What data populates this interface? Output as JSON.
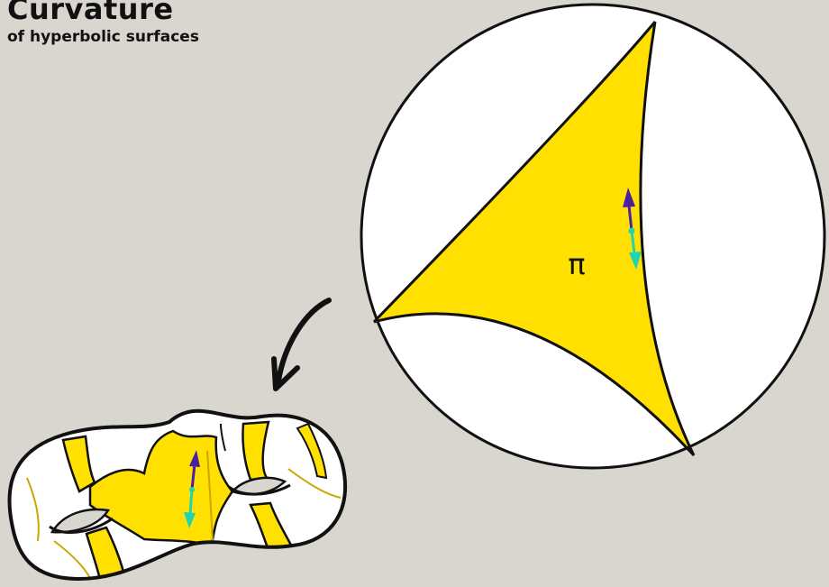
{
  "title": "Curvature",
  "subtitle": "of hyperbolic surfaces",
  "triangle_label": "π",
  "colors": {
    "background": "#d9d5cf",
    "fill": "#ffe000",
    "outline": "#111111",
    "disk": "#ffffff",
    "arrow_up": "#4a1fa0",
    "arrow_down": "#22d3b0"
  },
  "icons": [
    "curved-arrow-icon",
    "up-arrow-icon",
    "down-arrow-icon"
  ]
}
